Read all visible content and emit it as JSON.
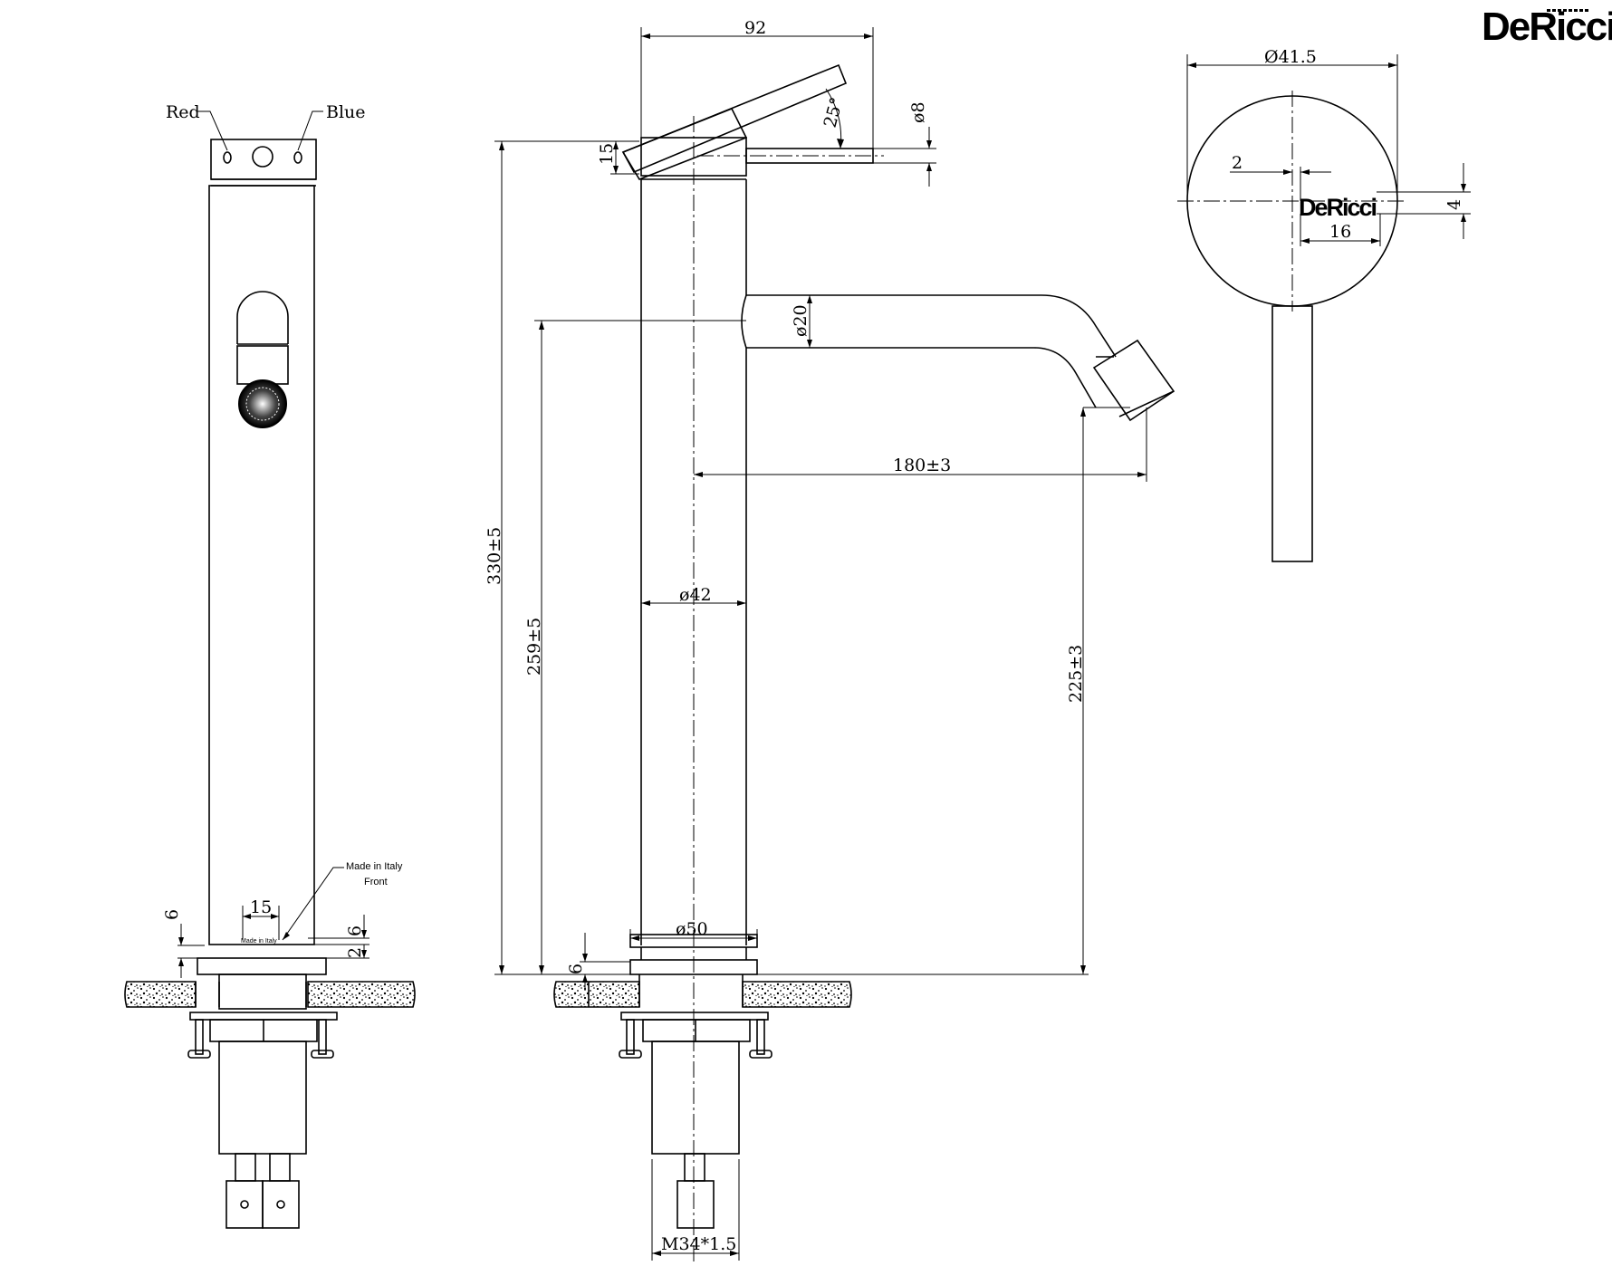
{
  "brand": {
    "logo": "DeRicci"
  },
  "labels": {
    "red": "Red",
    "blue": "Blue",
    "made_in_italy": "Made in Italy",
    "front": "Front",
    "made_in_italy_small": "Made in Italy"
  },
  "dimensions": {
    "handle_length": "92",
    "lever_angle": "25°",
    "handle_diameter": "ø8",
    "handle_height": "15",
    "spout_diameter": "ø20",
    "spout_reach": "180±3",
    "body_diameter": "ø42",
    "total_height": "330±5",
    "spout_height": "259±5",
    "outlet_height": "225±3",
    "base_diameter": "ø50",
    "thread": "M34*1.5",
    "top_diameter": "Ø41.5",
    "logo_offset": "2",
    "logo_height": "4",
    "logo_width": "16",
    "plate_width": "15",
    "plate_thickness_left": "6",
    "plate_gap_a": "2",
    "plate_gap_b": "6",
    "plate_thickness_mid": "6"
  }
}
